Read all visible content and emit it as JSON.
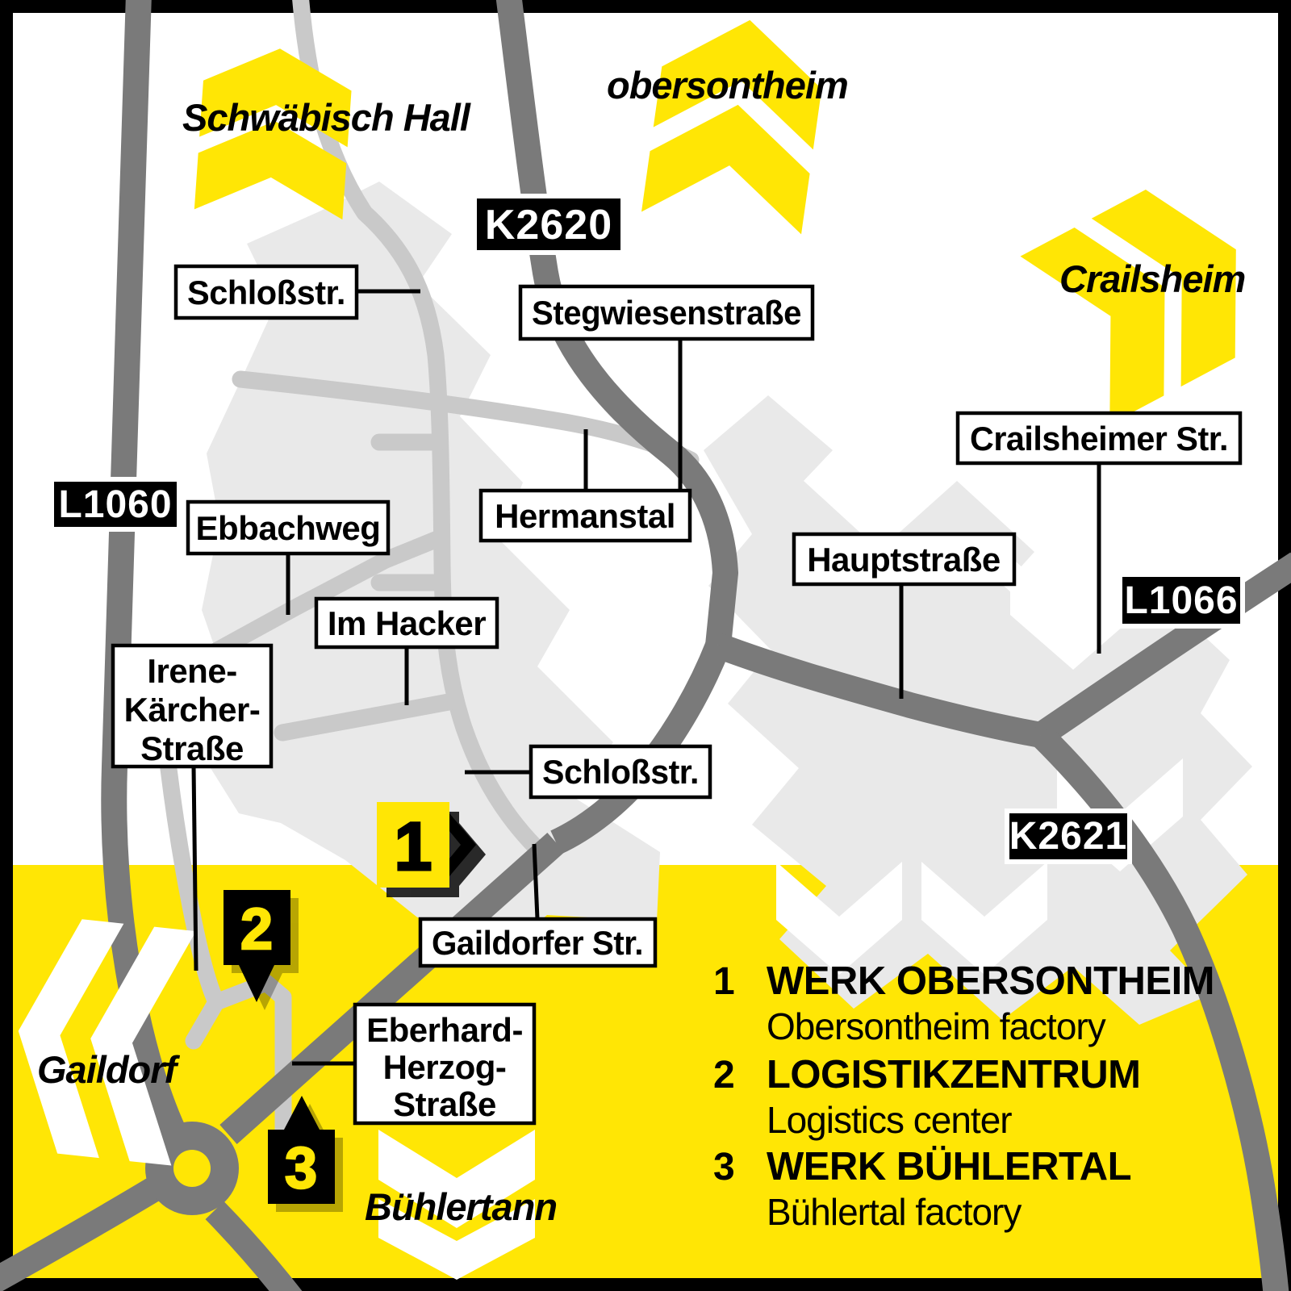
{
  "colors": {
    "yellow": "#ffe605",
    "road_dark": "#7a7a7a",
    "road_light": "#c9c9c9",
    "area": "#e9e9e9",
    "ink": "#000000"
  },
  "cities": {
    "schwaebisch_hall": "Schwäbisch Hall",
    "obersontheim": "obersontheim",
    "crailsheim": "Crailsheim",
    "gaildorf": "Gaildorf",
    "buehlertann": "Bühlertann"
  },
  "road_badges": {
    "k2620": "K2620",
    "l1060": "L1060",
    "l1066": "L1066",
    "k2621": "K2621"
  },
  "streets": {
    "schlossstr_top": {
      "label": "Schloßstr."
    },
    "stegwiesenstrasse": {
      "label": "Stegwiesenstraße"
    },
    "ebbachweg": {
      "label": "Ebbachweg"
    },
    "hermanstal": {
      "label": "Hermanstal"
    },
    "im_hacker": {
      "label": "Im Hacker"
    },
    "irene_kaercher": {
      "line1": "Irene-",
      "line2": "Kärcher-",
      "line3": "Straße"
    },
    "schlossstr_mid": {
      "label": "Schloßstr."
    },
    "crailsheimer_str": {
      "label": "Crailsheimer Str."
    },
    "hauptstrasse": {
      "label": "Hauptstraße"
    },
    "gaildorfer_str": {
      "label": "Gaildorfer Str."
    },
    "eberhard_herzog": {
      "line1": "Eberhard-",
      "line2": "Herzog-",
      "line3": "Straße"
    }
  },
  "markers": {
    "m1": "1",
    "m2": "2",
    "m3": "3"
  },
  "legend": {
    "rows": [
      {
        "number": "1",
        "title_de": "WERK OBERSONTHEIM",
        "subtitle_en": "Obersontheim factory"
      },
      {
        "number": "2",
        "title_de": "LOGISTIKZENTRUM",
        "subtitle_en": "Logistics center"
      },
      {
        "number": "3",
        "title_de": "WERK BÜHLERTAL",
        "subtitle_en": "Bühlertal factory"
      }
    ]
  }
}
